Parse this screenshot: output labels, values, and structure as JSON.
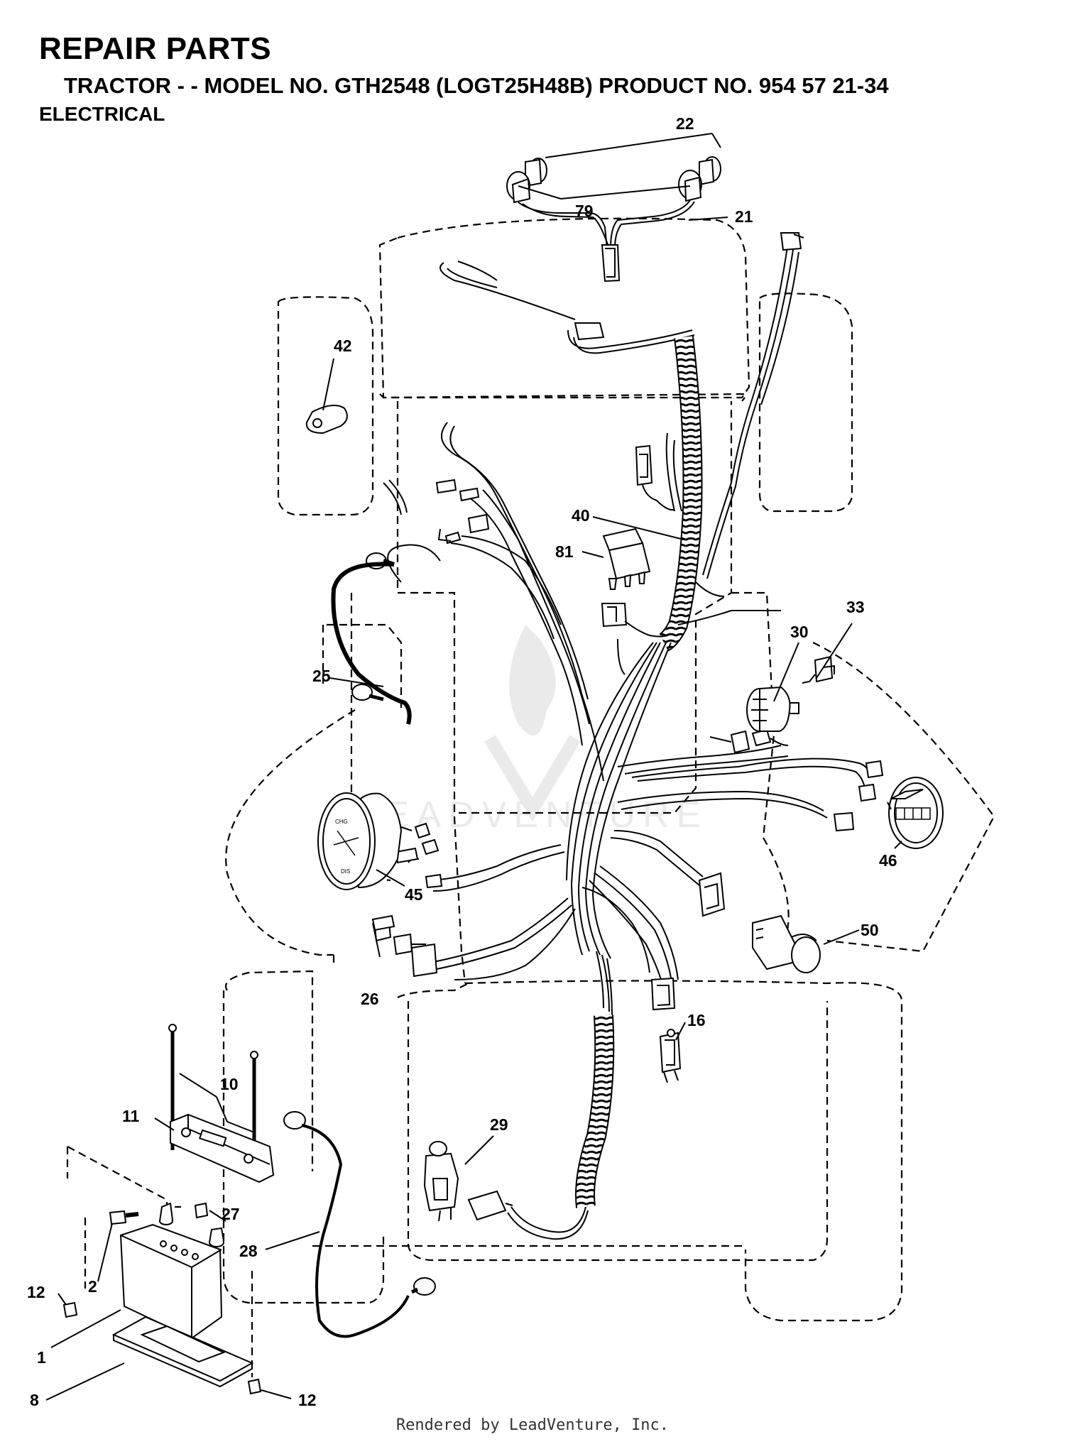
{
  "header": {
    "title": "REPAIR PARTS",
    "subtitle": "TRACTOR - - MODEL NO. GTH2548 (LOGT25H48B) PRODUCT NO. 954 57 21-34",
    "section": "ELECTRICAL"
  },
  "watermark": "LEADVENTURE",
  "callouts": {
    "p22": "22",
    "p79": "79",
    "p21": "21",
    "p42": "42",
    "p40": "40",
    "p81": "81",
    "p33": "33",
    "p30": "30",
    "p25": "25",
    "p45": "45",
    "p46": "46",
    "p50": "50",
    "p26": "26",
    "p16": "16",
    "p10": "10",
    "p11": "11",
    "p29": "29",
    "p27": "27",
    "p28": "28",
    "p2": "2",
    "p12a": "12",
    "p1": "1",
    "p8": "8",
    "p12b": "12"
  },
  "footer": "Rendered by LeadVenture, Inc."
}
